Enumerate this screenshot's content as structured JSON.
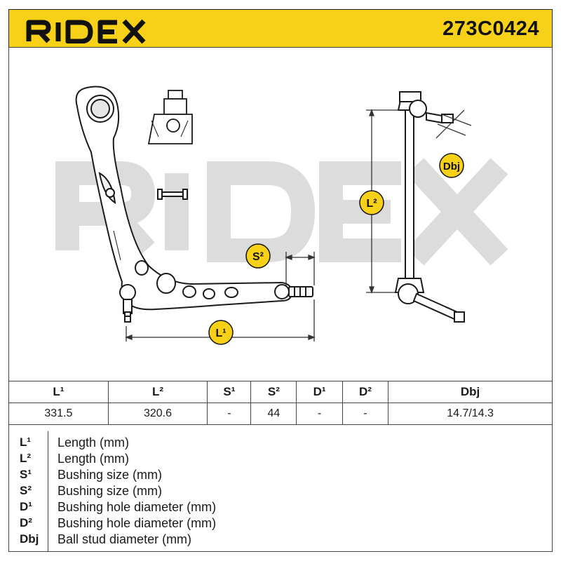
{
  "header": {
    "brand": "RIDEX",
    "part_number": "273C0424",
    "accent_color": "#f7d117"
  },
  "diagram": {
    "watermark": "RIDEX",
    "dimension_labels": {
      "l1": "L¹",
      "l2": "L²",
      "s2": "S²",
      "dbj": "Dbj"
    },
    "label_badge_color": "#f7d117"
  },
  "table": {
    "headers": [
      "L¹",
      "L²",
      "S¹",
      "S²",
      "D¹",
      "D²",
      "Dbj"
    ],
    "values": [
      "331.5",
      "320.6",
      "-",
      "44",
      "-",
      "-",
      "14.7/14.3"
    ]
  },
  "legend": [
    {
      "symbol": "L¹",
      "text": "Length (mm)"
    },
    {
      "symbol": "L²",
      "text": "Length (mm)"
    },
    {
      "symbol": "S¹",
      "text": "Bushing size (mm)"
    },
    {
      "symbol": "S²",
      "text": "Bushing size (mm)"
    },
    {
      "symbol": "D¹",
      "text": "Bushing hole diameter (mm)"
    },
    {
      "symbol": "D²",
      "text": "Bushing hole diameter (mm)"
    },
    {
      "symbol": "Dbj",
      "text": "Ball stud diameter (mm)"
    }
  ]
}
